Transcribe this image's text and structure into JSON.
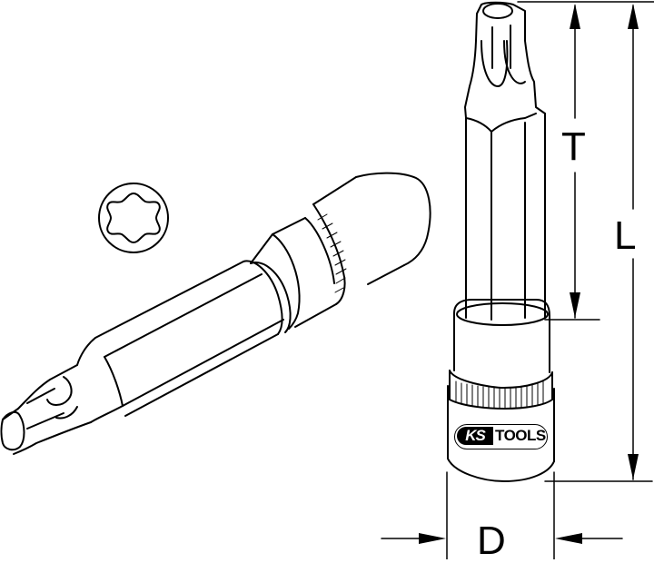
{
  "diagram": {
    "subject": "Torx bit socket",
    "colors": {
      "line": "#000000",
      "background": "#ffffff"
    },
    "dimensions": {
      "total_length_label": "L",
      "tip_length_label": "T",
      "diameter_label": "D"
    },
    "logo": {
      "ks_text": "KS",
      "tools_text": "TOOLS"
    },
    "views": [
      "torx-profile-icon",
      "angled-socket-view",
      "upright-socket-view"
    ]
  }
}
